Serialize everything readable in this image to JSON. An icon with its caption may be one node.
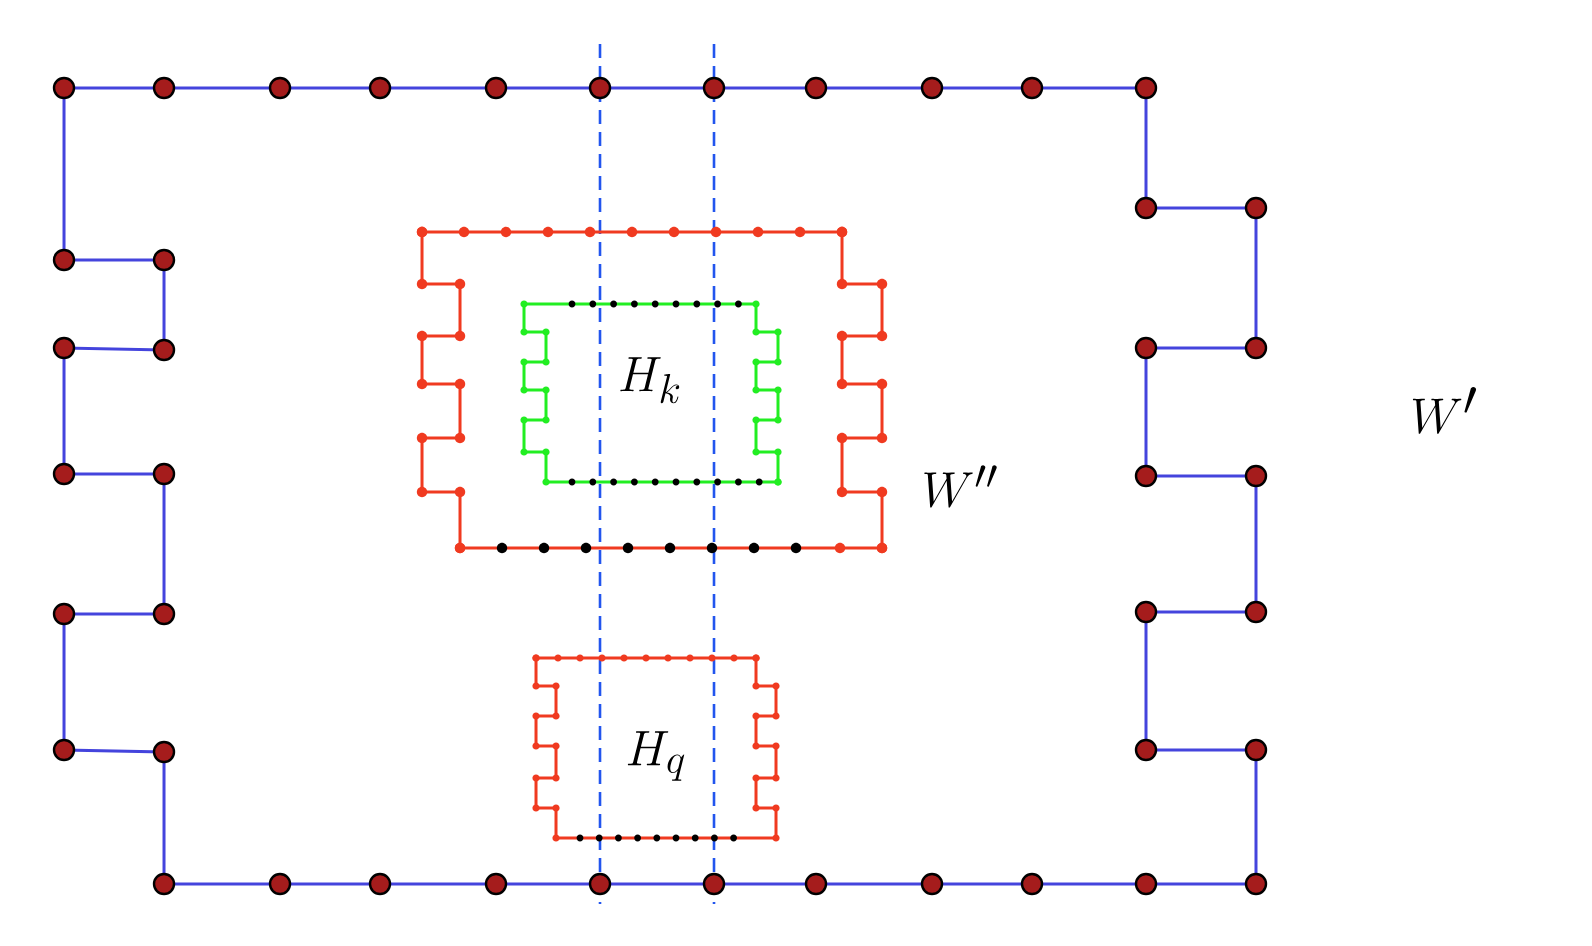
{
  "diagram": {
    "labels": [
      "H_k",
      "W''",
      "H_q",
      "W'"
    ]
  }
}
